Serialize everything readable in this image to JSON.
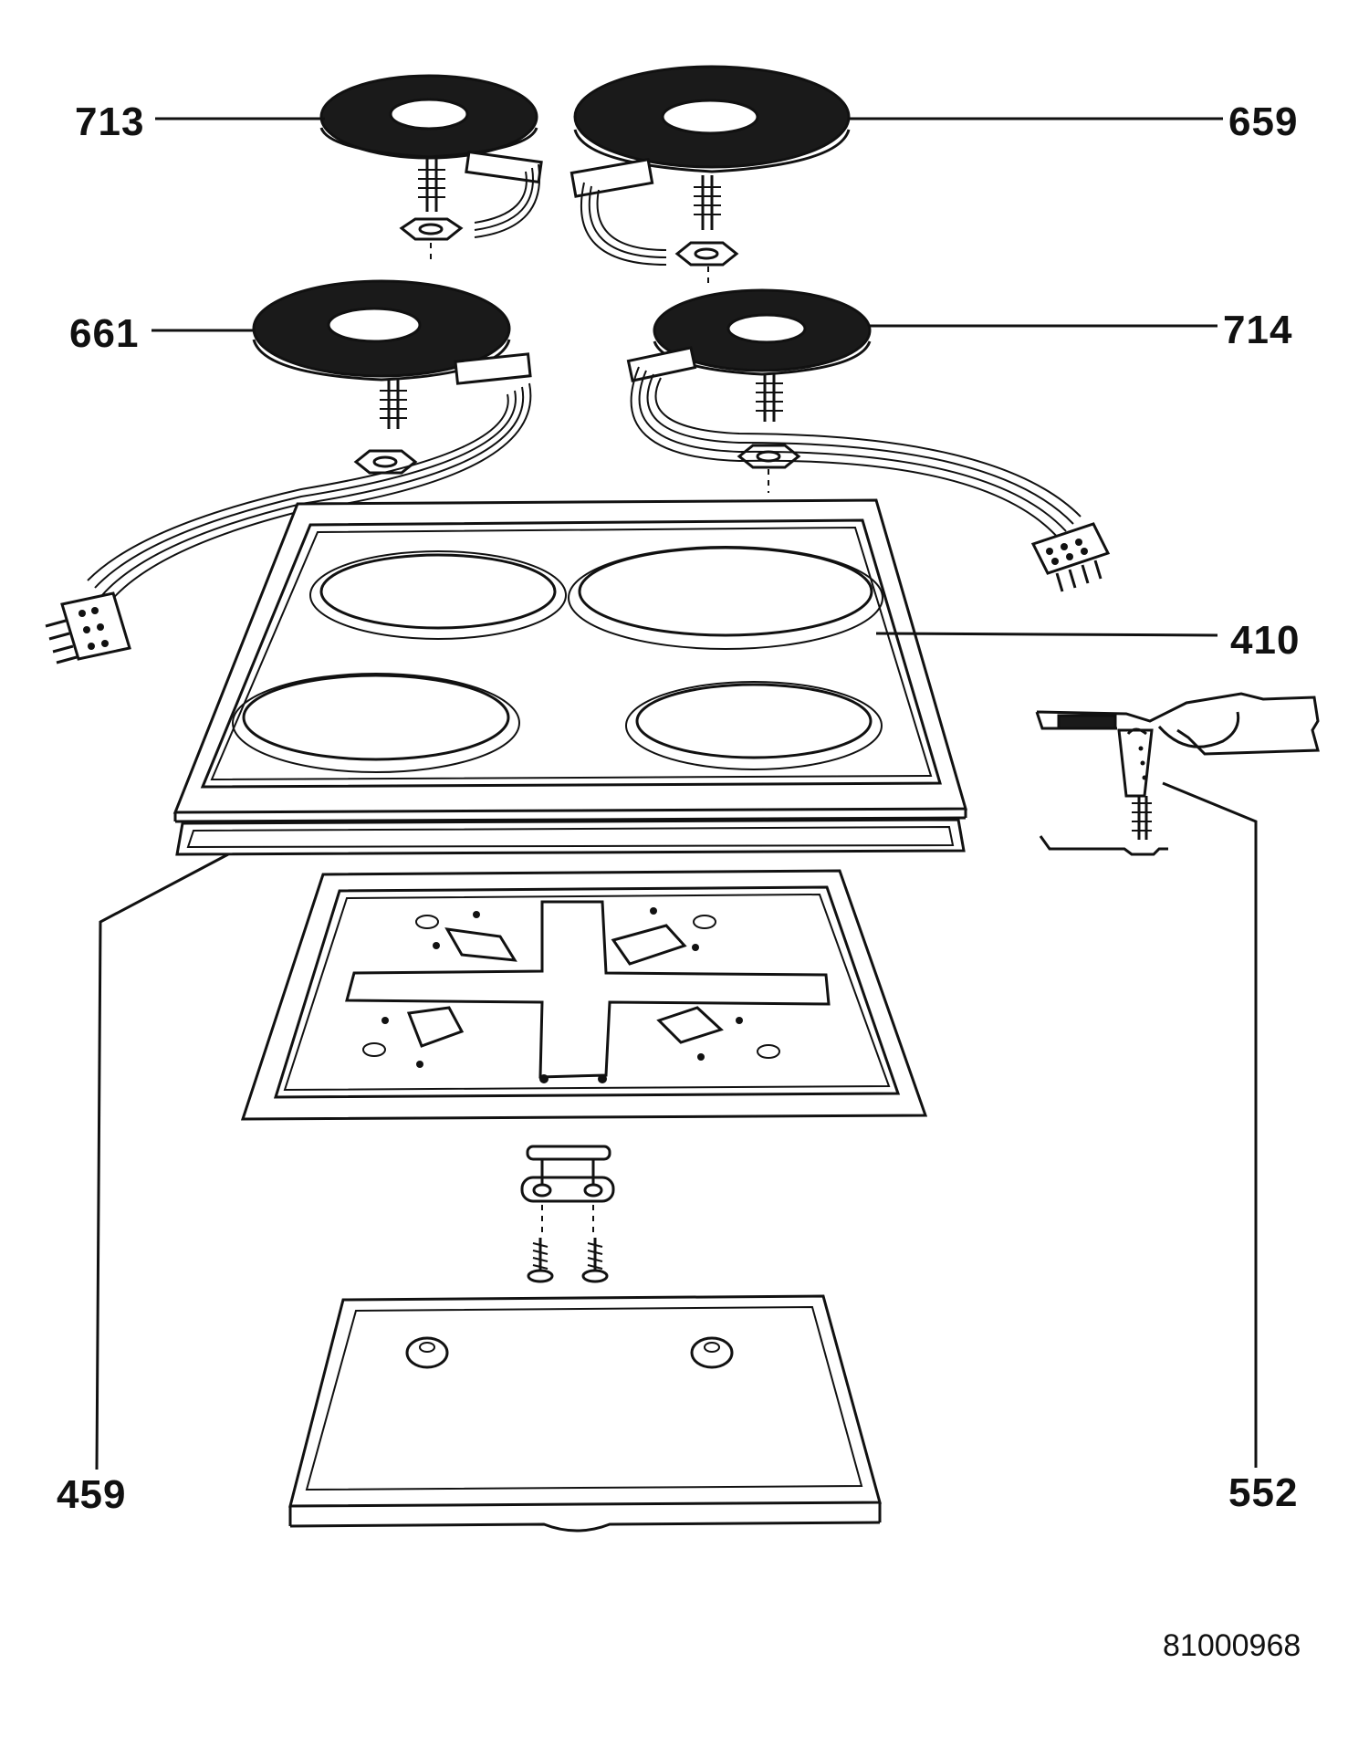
{
  "callouts": {
    "p713": "713",
    "p659": "659",
    "p661": "661",
    "p714": "714",
    "p410": "410",
    "p459": "459",
    "p552": "552"
  },
  "document_number": "81000968",
  "colors": {
    "line": "#111111",
    "background": "#ffffff"
  }
}
